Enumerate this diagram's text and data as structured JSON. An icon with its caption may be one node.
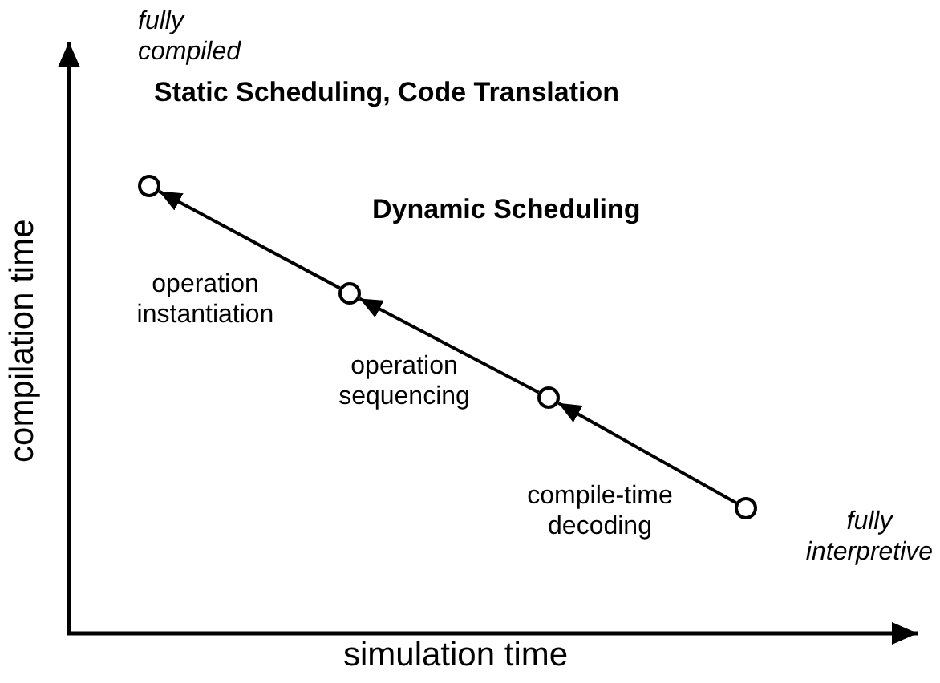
{
  "diagram": {
    "nodes": [
      {
        "text": [],
        "shape": "circle",
        "beside": [
          "Static Scheduling, Code Translation"
        ]
      },
      {
        "text": [],
        "shape": "circle",
        "beside": [
          "Dynamic Scheduling"
        ]
      },
      {
        "text": [],
        "shape": "circle"
      },
      {
        "text": [],
        "shape": "circle"
      }
    ],
    "edges": [
      {
        "from": 3,
        "to": 2,
        "arrow": "to",
        "label": "compile-time decoding"
      },
      {
        "from": 2,
        "to": 1,
        "arrow": "to",
        "label": "operation sequencing"
      },
      {
        "from": 1,
        "to": 0,
        "arrow": "to",
        "label": "operation instantiation"
      }
    ],
    "labels": [
      "fully compiled",
      "compilation time",
      "fully interpretive",
      "simulation time"
    ]
  }
}
